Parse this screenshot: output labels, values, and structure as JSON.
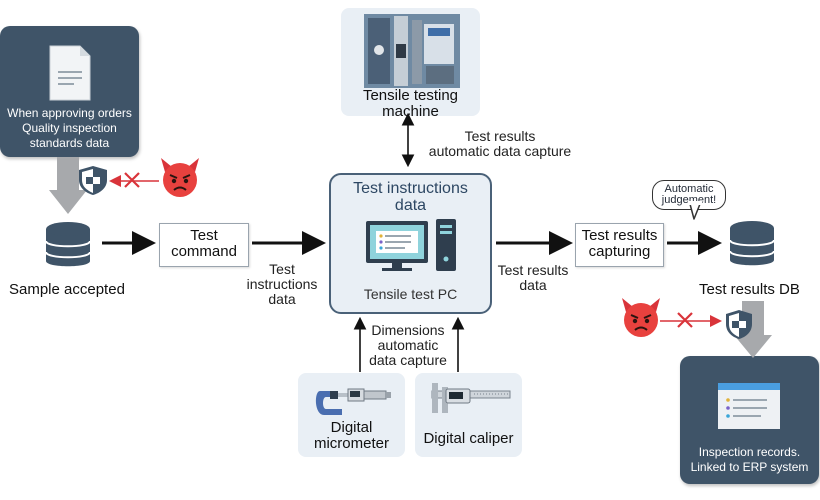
{
  "inspection_standards": {
    "line1": "When approving orders",
    "line2": "Quality inspection",
    "line3": "standards data"
  },
  "tensile_machine": {
    "line1": "Tensile testing",
    "line2": "machine"
  },
  "test_results_capture_label": {
    "line1": "Test results",
    "line2": "automatic data capture"
  },
  "sample_accepted": "Sample accepted",
  "test_command": {
    "line1": "Test",
    "line2": "command"
  },
  "test_instructions_label": {
    "line1": "Test",
    "line2": "instructions",
    "line3": "data"
  },
  "pc_panel": {
    "title1": "Test instructions",
    "title2": "data",
    "caption": "Tensile test PC"
  },
  "test_results_label": {
    "line1": "Test results",
    "line2": "data"
  },
  "test_results_capturing": {
    "line1": "Test results",
    "line2": "capturing"
  },
  "bubble": {
    "line1": "Automatic",
    "line2": "judgement!"
  },
  "test_results_db": "Test results DB",
  "dimensions_label": {
    "line1": "Dimensions",
    "line2": "automatic",
    "line3": "data capture"
  },
  "micrometer": {
    "line1": "Digital",
    "line2": "micrometer"
  },
  "caliper": "Digital caliper",
  "inspection_records": {
    "line1": "Inspection records.",
    "line2": "Linked to ERP system"
  },
  "colors": {
    "dark_panel": "#3f5468",
    "light_panel": "#e9eff5",
    "threat_red": "#d9343a",
    "flow_gray": "#a7a9ac"
  },
  "icons": [
    "document-icon",
    "shield-icon",
    "devil-icon",
    "cross-icon",
    "database-icon",
    "computer-icon",
    "browser-window-icon"
  ]
}
